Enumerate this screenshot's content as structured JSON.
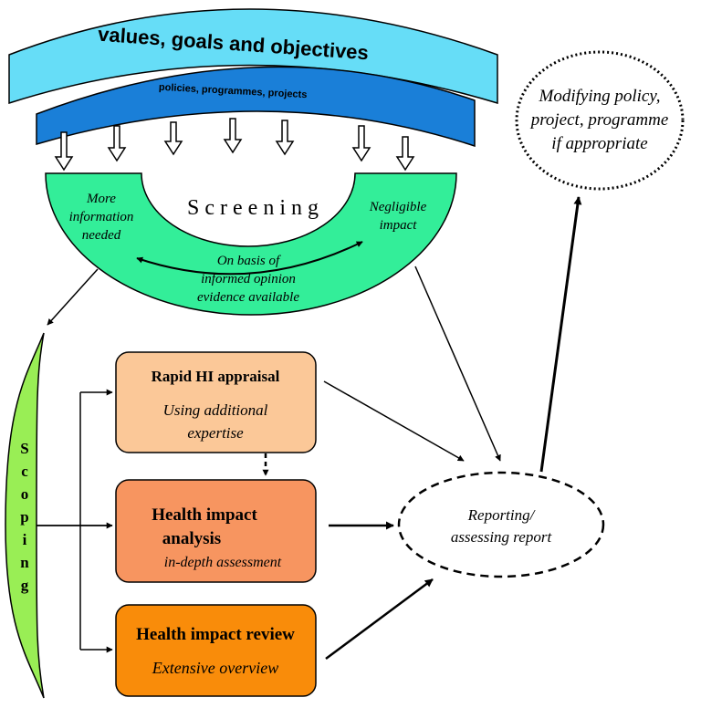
{
  "arcs": {
    "values_label": "values, goals and objectives",
    "policies_label": "policies, programmes, projects"
  },
  "modify": {
    "lines": [
      "Modifying policy,",
      "project, programme",
      "if appropriate"
    ]
  },
  "screening": {
    "title": "Screening",
    "left_lines": [
      "More",
      "information",
      "needed"
    ],
    "right_lines": [
      "Negligible",
      "impact"
    ],
    "basis_lines": [
      "On basis of",
      "informed opinion",
      "evidence available"
    ]
  },
  "scoping": {
    "letters": [
      "S",
      "c",
      "o",
      "p",
      "i",
      "n",
      "g"
    ]
  },
  "boxes": {
    "rapid": {
      "title": "Rapid HI appraisal",
      "subtitle_lines": [
        "Using additional",
        "expertise"
      ]
    },
    "analysis": {
      "title_lines": [
        "Health impact",
        "analysis"
      ],
      "subtitle": "in-depth assessment"
    },
    "review": {
      "title": "Health impact review",
      "subtitle": "Extensive overview"
    }
  },
  "reporting": {
    "lines": [
      "Reporting/",
      "assessing report"
    ]
  },
  "colors": {
    "values_arc": "#66ddf7",
    "policies_arc": "#1a7fd8",
    "screening": "#33ee99",
    "scoping": "#99ee55",
    "rapid": "#fbc898",
    "analysis": "#f79560",
    "review": "#f98c0a"
  }
}
